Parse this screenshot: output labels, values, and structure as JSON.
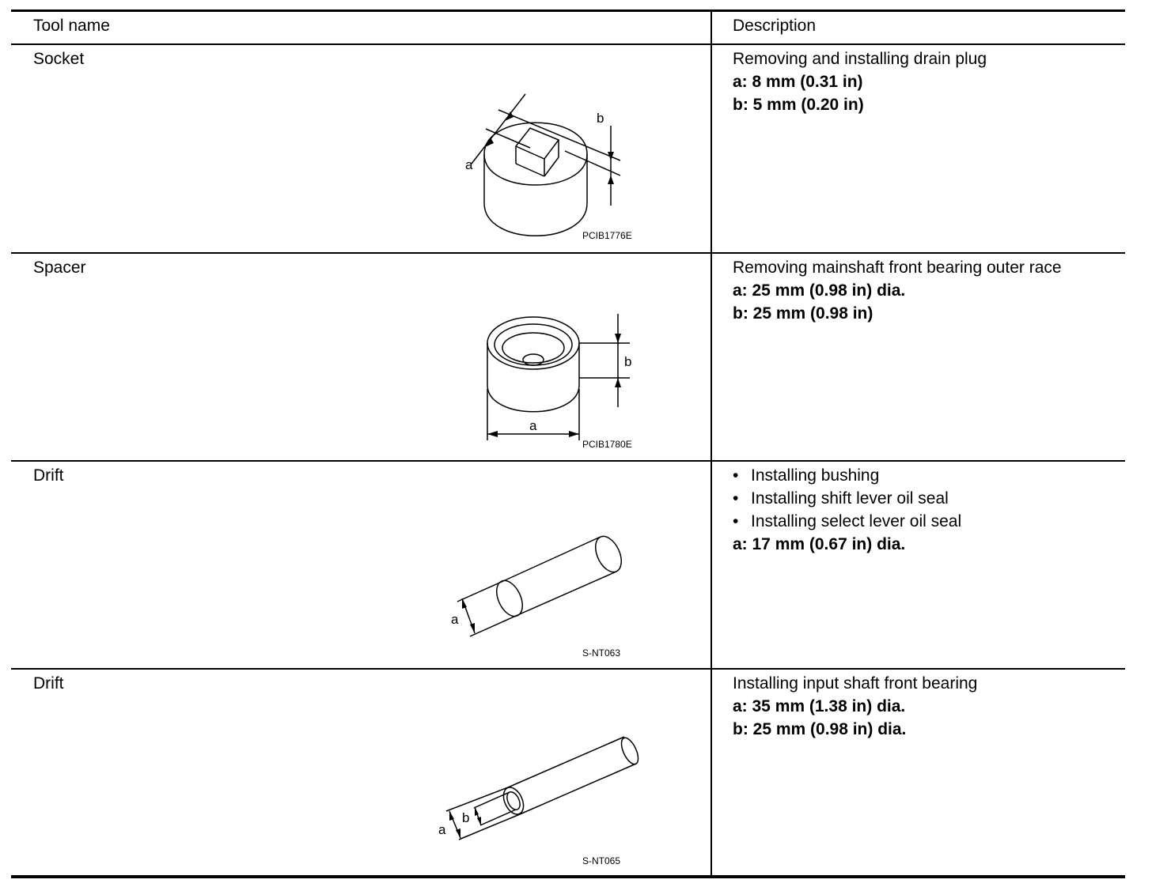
{
  "header": {
    "tool_name": "Tool name",
    "description": "Description"
  },
  "rows": [
    {
      "name": "Socket",
      "desc": [
        {
          "text": "Removing and installing drain plug",
          "style": "normal"
        },
        {
          "text": "a: 8 mm (0.31 in)",
          "style": "bold"
        },
        {
          "text": "b: 5 mm (0.20 in)",
          "style": "bold"
        }
      ],
      "figure": {
        "code": "PCIB1776E",
        "labels": {
          "a": "a",
          "b": "b"
        }
      }
    },
    {
      "name": "Spacer",
      "desc": [
        {
          "text": "Removing mainshaft front bearing outer race",
          "style": "normal"
        },
        {
          "text": "a: 25 mm (0.98 in) dia.",
          "style": "bold"
        },
        {
          "text": "b: 25 mm (0.98 in)",
          "style": "bold"
        }
      ],
      "figure": {
        "code": "PCIB1780E",
        "labels": {
          "a": "a",
          "b": "b"
        }
      }
    },
    {
      "name": "Drift",
      "desc": [
        {
          "text": "Installing bushing",
          "style": "bullet"
        },
        {
          "text": "Installing shift lever oil seal",
          "style": "bullet"
        },
        {
          "text": "Installing select lever oil seal",
          "style": "bullet"
        },
        {
          "text": "a: 17 mm (0.67 in) dia.",
          "style": "bold"
        }
      ],
      "figure": {
        "code": "S-NT063",
        "labels": {
          "a": "a"
        }
      }
    },
    {
      "name": "Drift",
      "desc": [
        {
          "text": "Installing input shaft front bearing",
          "style": "normal"
        },
        {
          "text": "a: 35 mm (1.38 in) dia.",
          "style": "bold"
        },
        {
          "text": "b: 25 mm (0.98 in) dia.",
          "style": "bold"
        }
      ],
      "figure": {
        "code": "S-NT065",
        "labels": {
          "a": "a",
          "b": "b"
        }
      }
    }
  ]
}
